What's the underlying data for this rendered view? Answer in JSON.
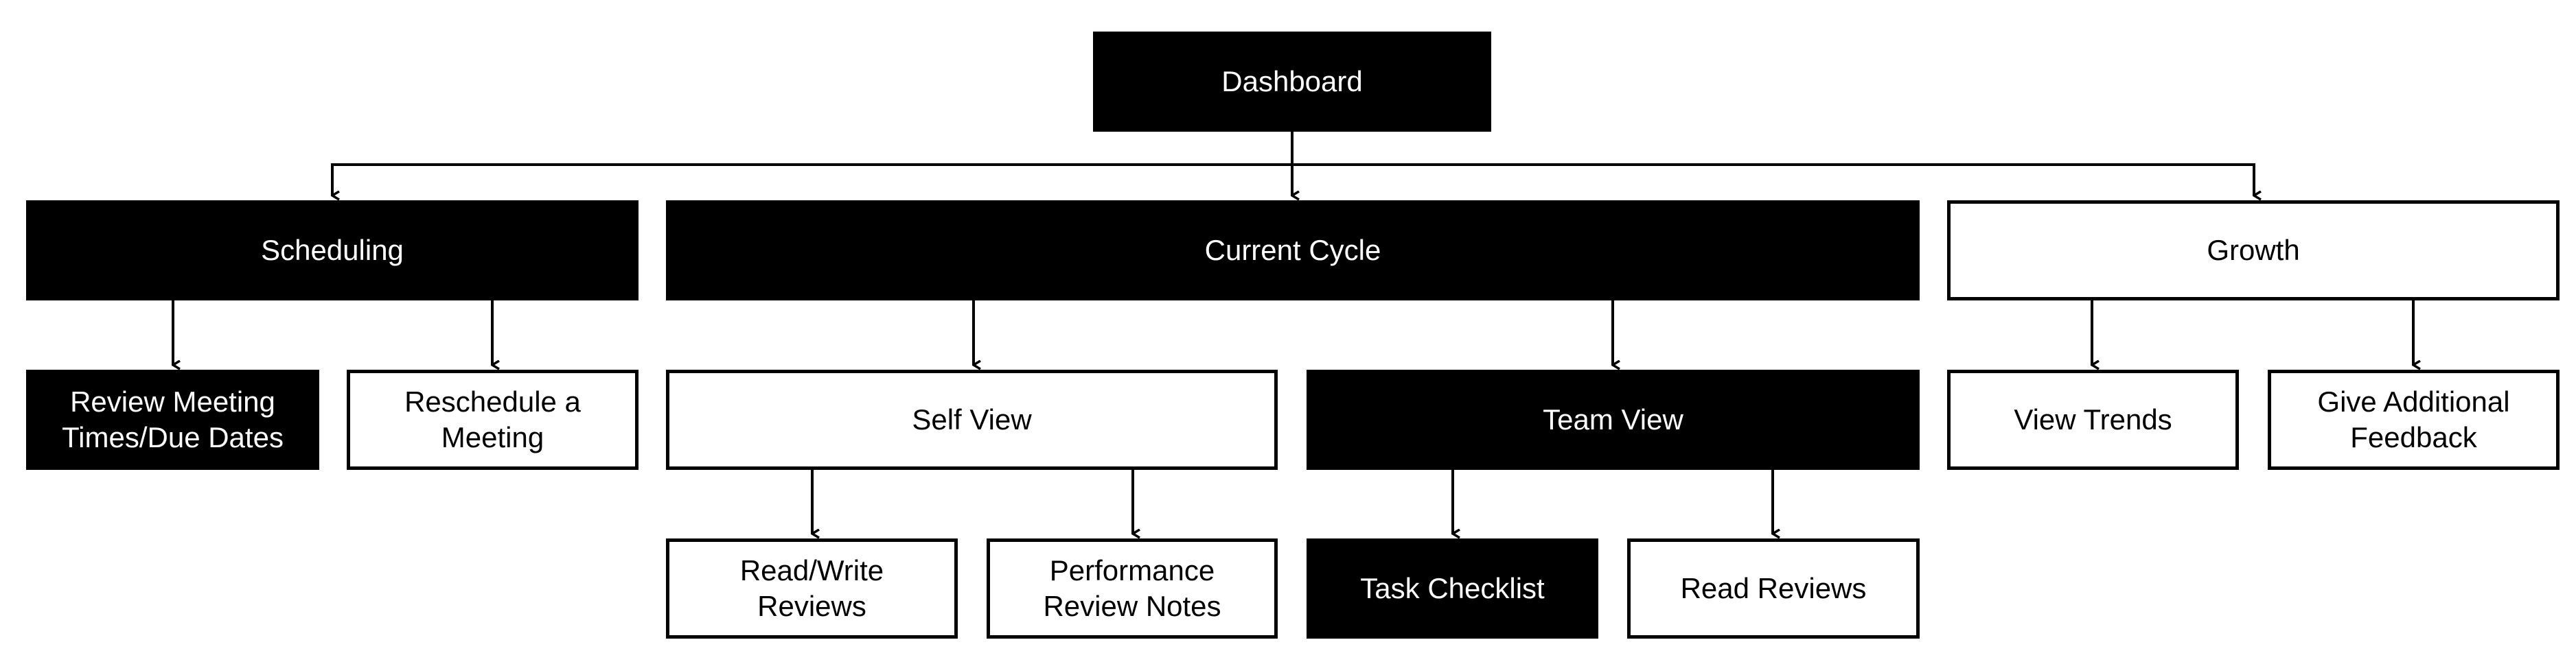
{
  "diagram": {
    "root": "Dashboard",
    "sections": {
      "scheduling": "Scheduling",
      "current_cycle": "Current Cycle",
      "growth": "Growth"
    },
    "scheduling_items": {
      "review_meeting": "Review Meeting\nTimes/Due Dates",
      "reschedule": "Reschedule a\nMeeting"
    },
    "current_cycle_items": {
      "self_view": "Self View",
      "team_view": "Team View"
    },
    "self_view_items": {
      "read_write": "Read/Write\nReviews",
      "performance_notes": "Performance\nReview Notes"
    },
    "team_view_items": {
      "task_checklist": "Task Checklist",
      "read_reviews": "Read Reviews"
    },
    "growth_items": {
      "view_trends": "View Trends",
      "give_feedback": "Give Additional\nFeedback"
    },
    "colors": {
      "filled": "#000000",
      "outline": "#ffffff",
      "line": "#000000"
    }
  }
}
